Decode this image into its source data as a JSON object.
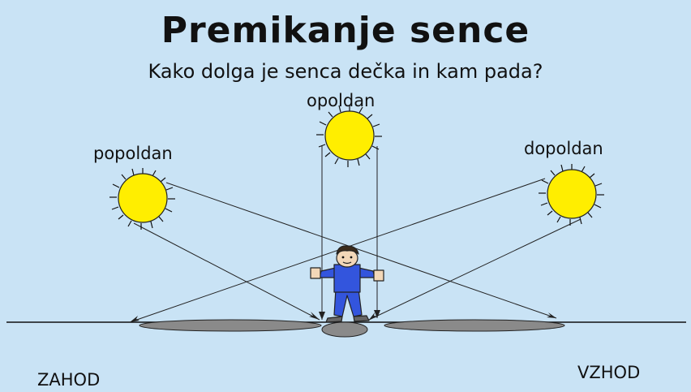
{
  "title": "Premikanje sence",
  "question": "Kako dolga je senca dečka in kam pada?",
  "suns": {
    "noon": {
      "label": "opoldan"
    },
    "afternoon": {
      "label": "popoldan"
    },
    "morning": {
      "label": "dopoldan"
    }
  },
  "directions": {
    "west": "ZAHOD",
    "east": "VZHOD"
  },
  "colors": {
    "background": "#c9e3f5",
    "sun": "#ffee00",
    "shirt": "#3355dd",
    "shadow": "#8a8a8a"
  }
}
